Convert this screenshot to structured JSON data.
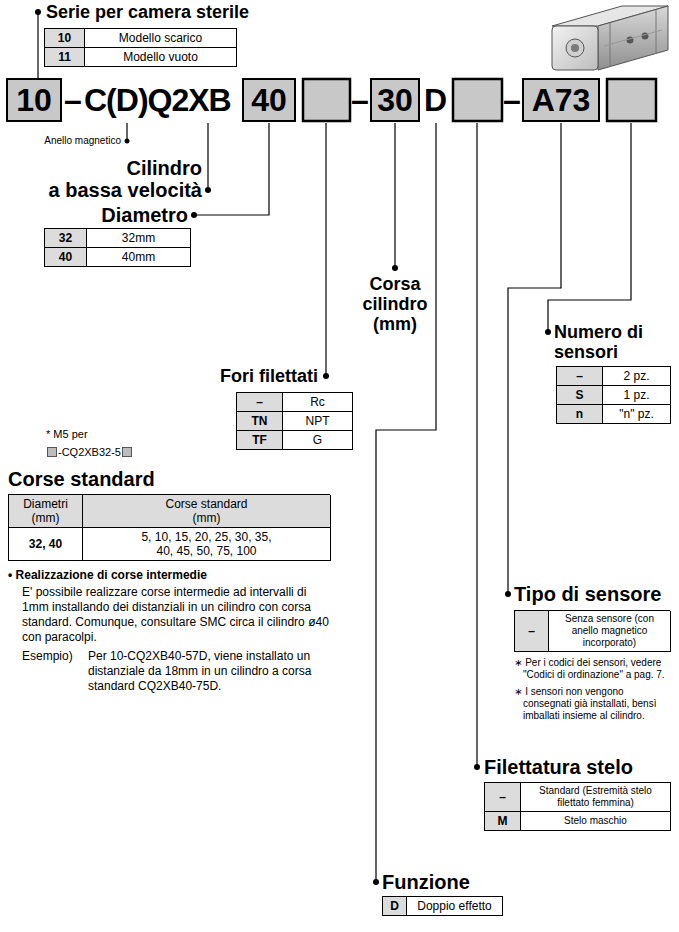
{
  "diagram": {
    "nodes": [
      {
        "text": [
          "10"
        ]
      },
      {
        "text": [
          "40"
        ]
      },
      {
        "text": [
          "30"
        ]
      },
      {
        "text": [
          "A73"
        ]
      }
    ],
    "labels": [
      "Serie per camera sterile",
      "10",
      "Modello scarico",
      "11",
      "Modello vuoto",
      "–",
      "C(D)Q2XB",
      "–",
      "D",
      "–",
      "Anello magnetico",
      "Cilindro a bassa velocità",
      "Diametro",
      "32",
      "32mm",
      "40",
      "40mm",
      "Corsa cilindro (mm)",
      "Numero di sensori",
      "–",
      "2 pz.",
      "S",
      "1 pz.",
      "n",
      "\"n\" pz.",
      "Fori filettati",
      "–",
      "Rc",
      "TN",
      "NPT",
      "TF",
      "G",
      "* M5 per",
      "-CQ2XB32-5",
      "Tipo di sensore",
      "–",
      "Senza sensore (con anello magnetico incorporato)",
      "∗ Per i codici dei sensori, vedere \"Codici di ordinazione\" a pag. 7.",
      "∗ I sensori non vengono consegnati già installati, bensì imballati insieme al cilindro.",
      "Corse standard",
      "Diametri (mm)",
      "Corse standard (mm)",
      "32, 40",
      "5, 10, 15, 20, 25, 30, 35, 40, 45, 50, 75, 100",
      "• Realizzazione di corse intermedie",
      "E' possibile realizzare corse intermedie ad intervalli di 1mm installando dei distanziali in un cilindro con corsa standard. Comunque, consultare SMC circa il cilindro ø40 con paracolpi.",
      "Esempio)",
      "Per 10-CQ2XB40-57D, viene installato un distanziale da 18mm in un cilindro a corsa standard CQ2XB40-75D.",
      "Filettatura stelo",
      "–",
      "Standard (Estremità stelo filettato femmina)",
      "M",
      "Stelo maschio",
      "Funzione",
      "D",
      "Doppio effetto"
    ]
  }
}
